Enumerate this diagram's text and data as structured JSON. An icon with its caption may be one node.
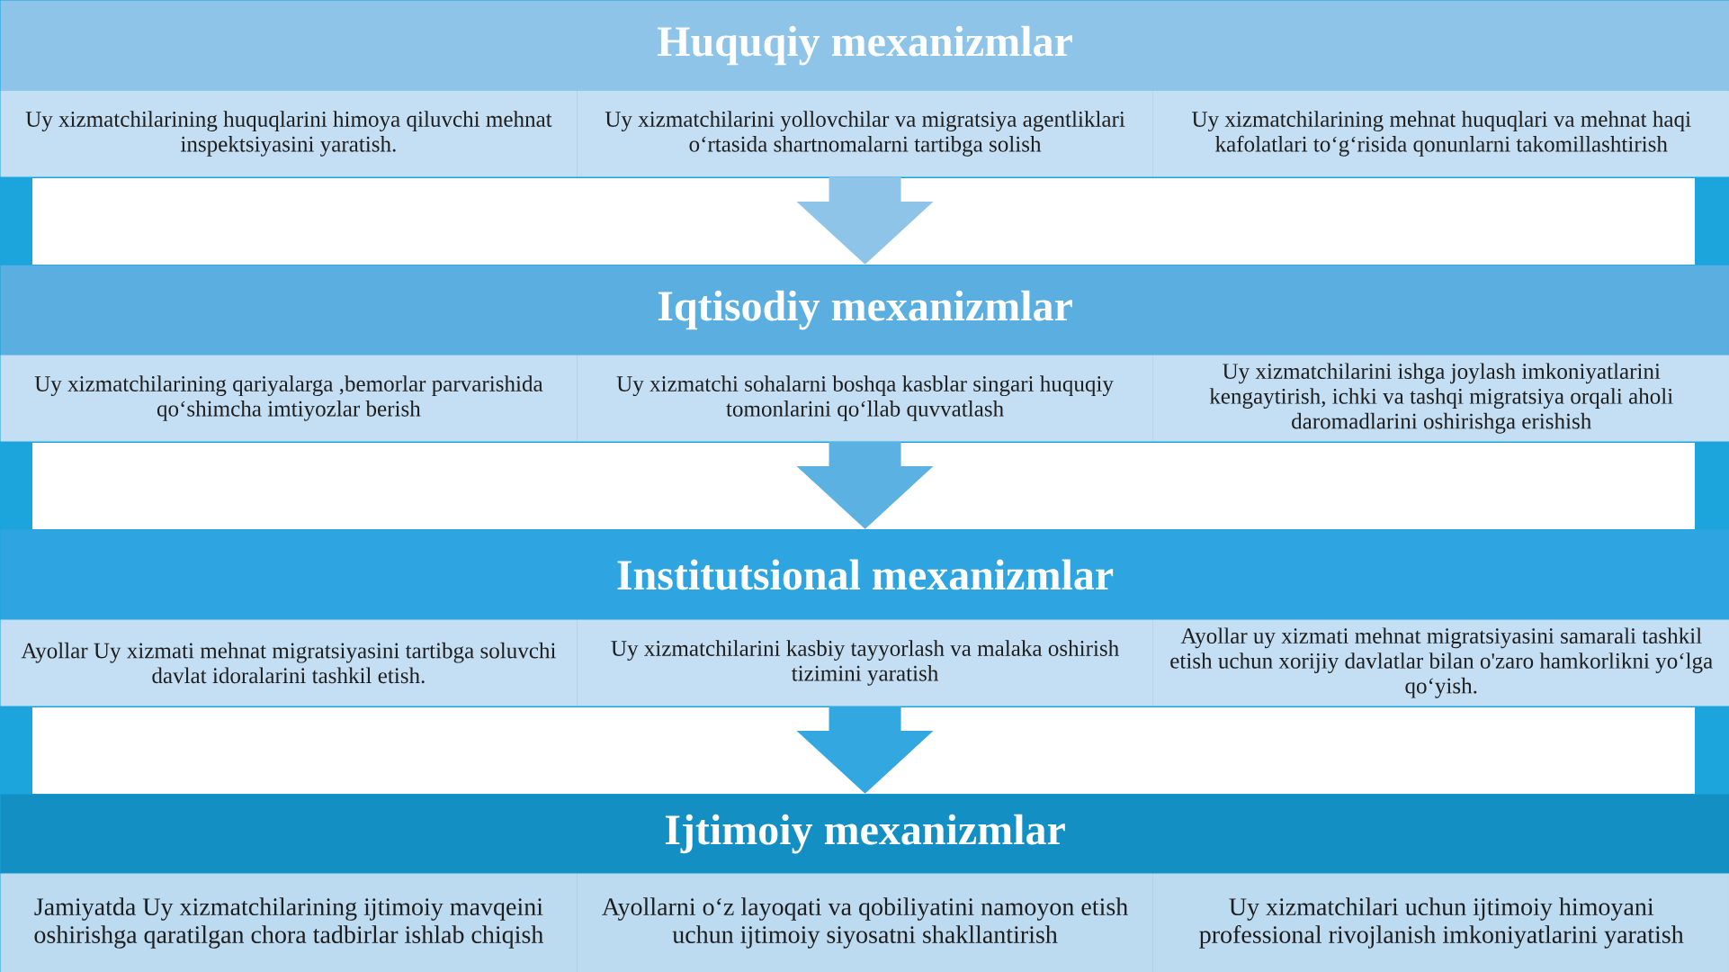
{
  "diagram": {
    "nodes": [
      {
        "text": [
          "Huquqiy mexanizmlar"
        ]
      },
      {
        "text": [
          "Uy xizmatchilarining huquqlarini himoya qiluvchi mehnat inspektsiyasini yaratish."
        ]
      },
      {
        "text": [
          "Uy xizmatchilarini yollovchilar va migratsiya agentliklari o‘rtasida shartnomalarni tartibga solish"
        ]
      },
      {
        "text": [
          "Uy xizmatchilarining mehnat huquqlari va mehnat haqi kafolatlari to‘g‘risida qonunlarni takomillashtirish"
        ]
      },
      {
        "text": [
          "Iqtisodiy mexanizmlar"
        ]
      },
      {
        "text": [
          "Uy xizmatchilarining qariyalarga ,bemorlar parvarishida qo‘shimcha imtiyozlar berish"
        ]
      },
      {
        "text": [
          "Uy xizmatchi sohalarni boshqa kasblar singari huquqiy tomonlarini qo‘llab quvvatlash"
        ]
      },
      {
        "text": [
          "Uy xizmatchilarini ishga joylash imkoniyatlarini kengaytirish, ichki va tashqi migratsiya orqali aholi daromadlarini oshirishga erishish"
        ]
      },
      {
        "text": [
          "Institutsional mexanizmlar"
        ]
      },
      {
        "text": [
          "Ayollar Uy xizmati mehnat migratsiyasini tartibga soluvchi davlat idoralarini tashkil etish."
        ]
      },
      {
        "text": [
          "Uy xizmatchilarini kasbiy tayyorlash va malaka oshirish tizimini yaratish"
        ]
      },
      {
        "text": [
          "Ayollar uy xizmati mehnat migratsiyasini samarali tashkil etish uchun xorijiy davlatlar bilan o'zaro hamkorlikni yo‘lga qo‘yish."
        ]
      },
      {
        "text": [
          "Ijtimoiy mexanizmlar"
        ]
      },
      {
        "text": [
          "Jamiyatda Uy xizmatchilarining ijtimoiy mavqeini oshirishga qaratilgan chora tadbirlar ishlab chiqish"
        ]
      },
      {
        "text": [
          "Ayollarni o‘z layoqati va qobiliyatini namoyon etish uchun ijtimoiy siyosatni shakllantirish"
        ]
      },
      {
        "text": [
          "Uy xizmatchilari uchun ijtimoiy himoyani professional rivojlanish imkoniyatlarini yaratish"
        ]
      }
    ],
    "edges": [
      {
        "from": 2,
        "to": 4,
        "arrow": "to",
        "color": "#8dc4e8"
      },
      {
        "from": 6,
        "to": 8,
        "arrow": "to",
        "color": "#5bb1e2"
      },
      {
        "from": 10,
        "to": 12,
        "arrow": "to",
        "color": "#33a7df"
      }
    ]
  }
}
